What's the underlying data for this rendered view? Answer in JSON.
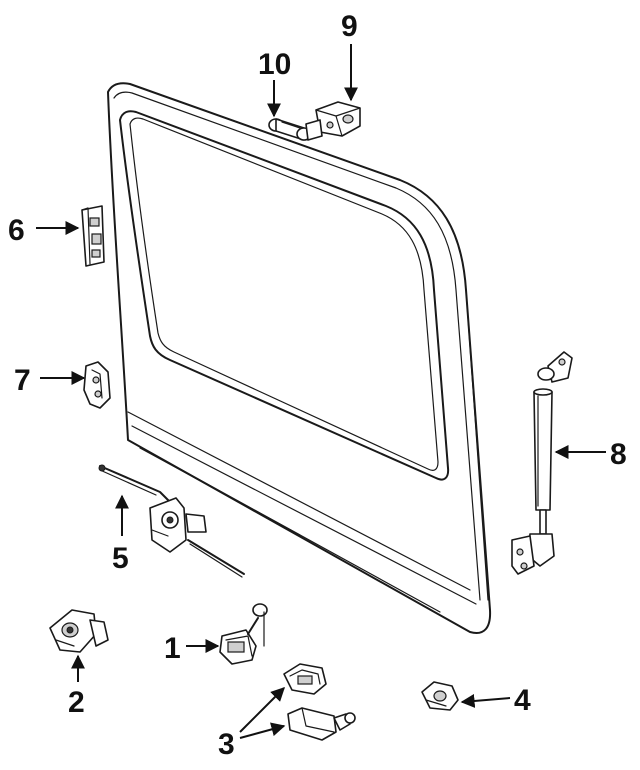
{
  "callouts": [
    {
      "id": "1",
      "text": "1"
    },
    {
      "id": "2",
      "text": "2"
    },
    {
      "id": "3",
      "text": "3"
    },
    {
      "id": "4",
      "text": "4"
    },
    {
      "id": "5",
      "text": "5"
    },
    {
      "id": "6",
      "text": "6"
    },
    {
      "id": "7",
      "text": "7"
    },
    {
      "id": "8",
      "text": "8"
    },
    {
      "id": "9",
      "text": "9"
    },
    {
      "id": "10",
      "text": "10"
    }
  ],
  "colors": {
    "line": "#1a1a1a",
    "background": "#ffffff",
    "label": "#111111"
  }
}
